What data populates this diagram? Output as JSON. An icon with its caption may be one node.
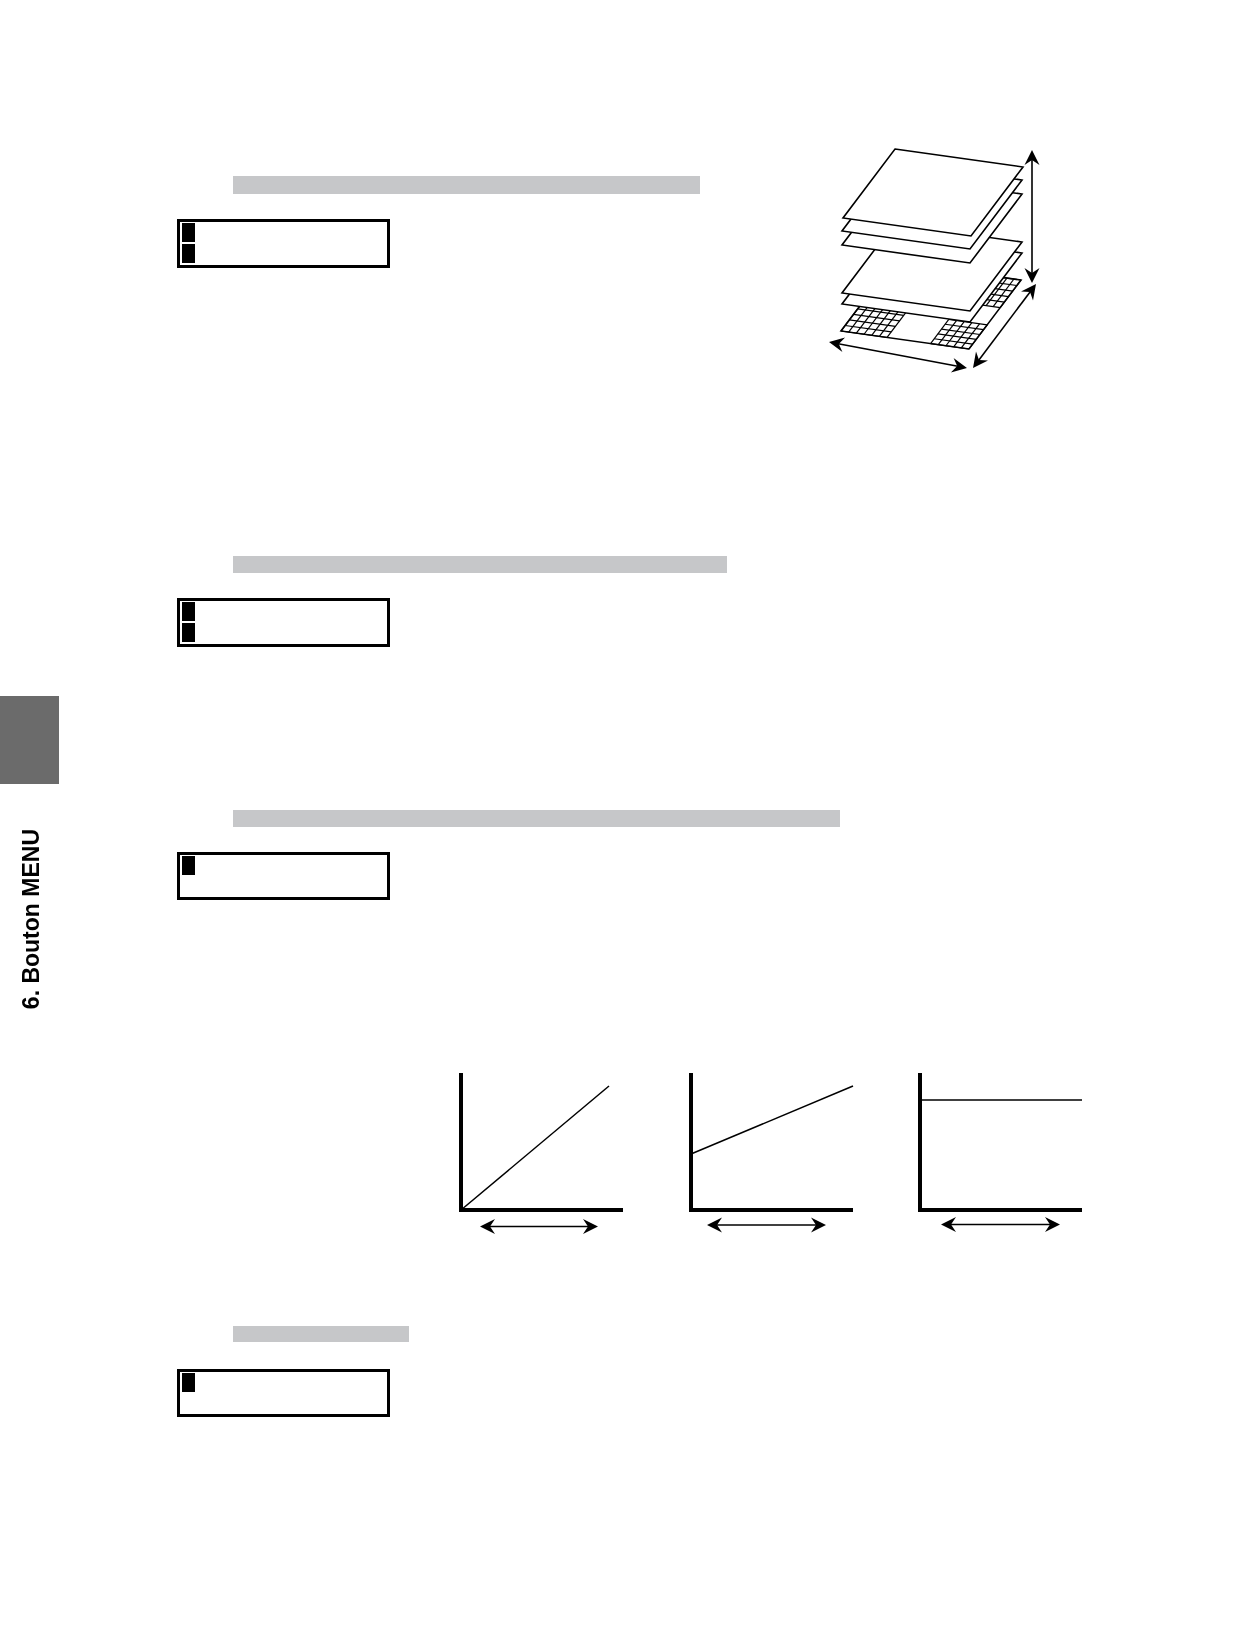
{
  "diagram": {
    "nodes": [
      {
        "text": [],
        "shape": "bar"
      },
      {
        "text": [],
        "shape": "bar"
      },
      {
        "text": [],
        "shape": "box"
      },
      {
        "text": [],
        "shape": "bar"
      },
      {
        "text": [],
        "shape": "bar"
      }
    ],
    "labels": [
      "6. Bouton MENU"
    ]
  }
}
